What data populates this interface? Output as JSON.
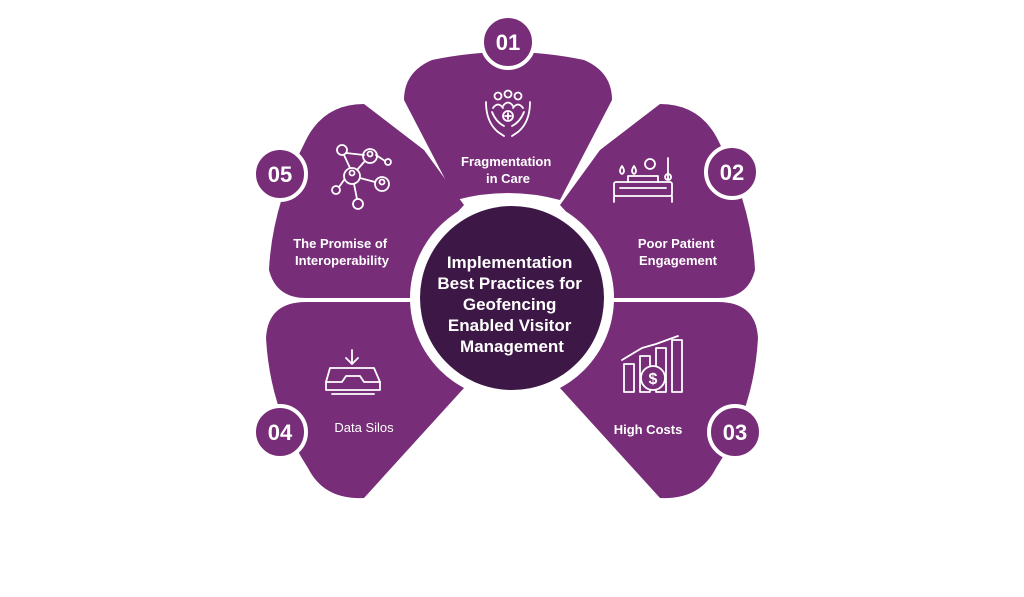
{
  "center": {
    "lines": [
      "Implementation",
      "Best Practices for",
      "Geofencing",
      "Enabled Visitor",
      "Management"
    ]
  },
  "colors": {
    "petal": "#772d78",
    "center_fill": "#3d1846",
    "badge": "#772d78",
    "ring": "#ffffff"
  },
  "items": [
    {
      "number": "01",
      "lines": [
        "Fragmentation",
        "in Care"
      ],
      "icon": "hands-people-icon"
    },
    {
      "number": "02",
      "lines": [
        "Poor Patient",
        "Engagement"
      ],
      "icon": "hospital-bed-icon"
    },
    {
      "number": "03",
      "lines": [
        "High Costs"
      ],
      "icon": "rising-cost-chart-icon"
    },
    {
      "number": "04",
      "lines": [
        "Data Silos"
      ],
      "icon": "inbox-tray-icon"
    },
    {
      "number": "05",
      "lines": [
        "The Promise of",
        "Interoperability"
      ],
      "icon": "network-people-icon"
    }
  ]
}
